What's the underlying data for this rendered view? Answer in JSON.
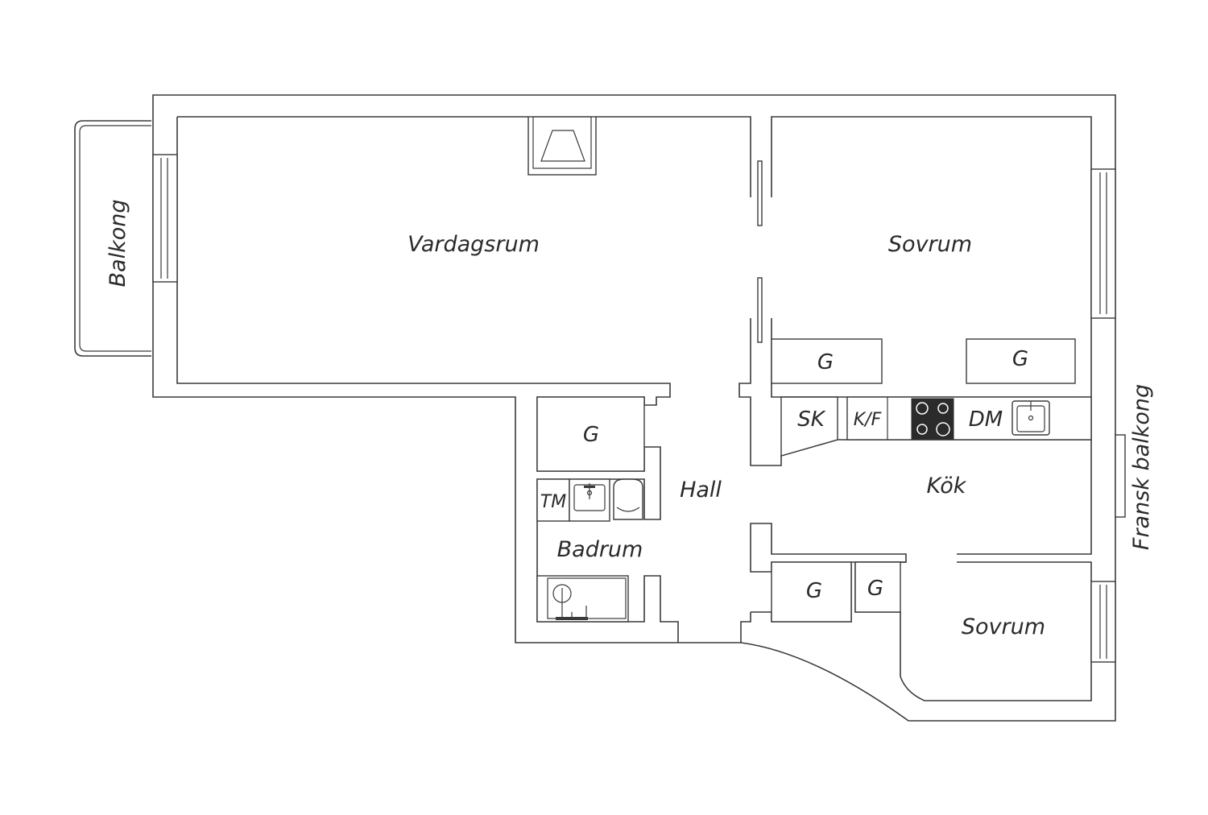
{
  "rooms": {
    "vardagsrum": "Vardagsrum",
    "sovrum_upper": "Sovrum",
    "sovrum_lower": "Sovrum",
    "kok": "Kök",
    "hall": "Hall",
    "badrum": "Badrum",
    "balkong": "Balkong",
    "fransk_balkong": "Fransk balkong"
  },
  "fixtures": {
    "g_sovrum_left": "G",
    "g_sovrum_right": "G",
    "g_hall": "G",
    "g_lower_1": "G",
    "g_lower_2": "G",
    "sk": "SK",
    "kf": "K/F",
    "dm": "DM",
    "tm": "TM"
  },
  "colors": {
    "wall": "#3a3a3a",
    "stove": "#2b2b2b",
    "background": "#ffffff"
  }
}
